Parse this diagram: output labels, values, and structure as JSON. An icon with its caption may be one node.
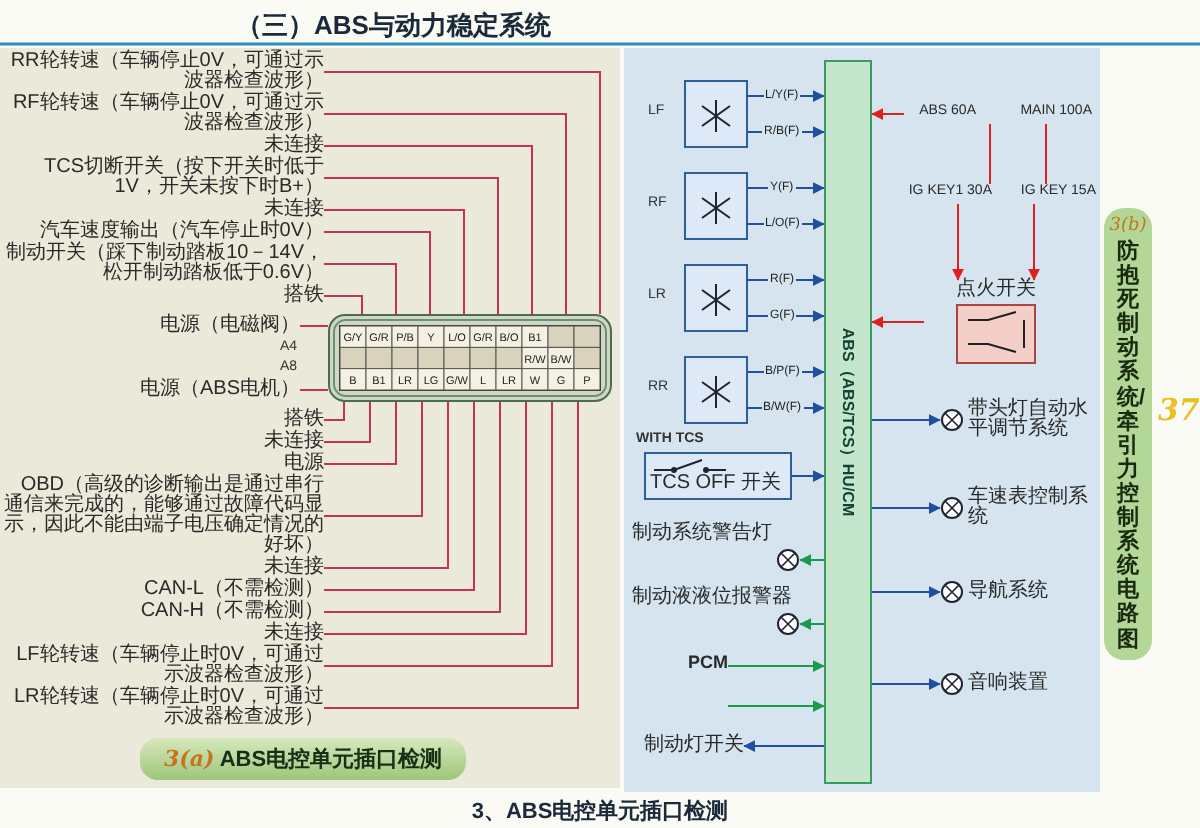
{
  "diagram": {
    "title": "（三）ABS与动力稳定系统",
    "caption": "3、ABS电控单元插口检测",
    "nodes": [
      {
        "text": [],
        "shape": "box"
      },
      {
        "text": [
          "RR轮转速（车辆停止0V，可通过示波器检查波形）"
        ]
      },
      {
        "text": [
          "RF轮转速（车辆停止0V，可通过示波器检查波形）"
        ]
      },
      {
        "text": [
          "未连接"
        ]
      },
      {
        "text": [
          "TCS切断开关（按下开关时低于1V，开关未按下时B+）"
        ]
      },
      {
        "text": [
          "未连接"
        ]
      },
      {
        "text": [
          "汽车速度输出（汽车停止时0V）"
        ]
      },
      {
        "text": [
          "制动开关（踩下制动踏板10－14V，松开制动踏板低于0.6V）"
        ]
      },
      {
        "text": [
          "搭铁"
        ]
      },
      {
        "text": [
          "电源（电磁阀）"
        ]
      },
      {
        "text": [
          "电源（ABS电机）"
        ]
      },
      {
        "text": [
          "搭铁"
        ]
      },
      {
        "text": [
          "未连接"
        ]
      },
      {
        "text": [
          "电源"
        ]
      },
      {
        "text": [
          "OBD（高级的诊断输出是通过串行通信来完成的，能够通过故障代码显示，因此不能由端子电压确定情况的好坏）"
        ]
      },
      {
        "text": [
          "未连接"
        ]
      },
      {
        "text": [
          "CAN-L（不需检测）"
        ]
      },
      {
        "text": [
          "CAN-H（不需检测）"
        ]
      },
      {
        "text": [
          "未连接"
        ]
      },
      {
        "text": [
          "LF轮转速（车辆停止时0V，可通过示波器检查波形）"
        ]
      },
      {
        "text": [
          "LR轮转速（车辆停止时0V，可通过示波器检查波形）"
        ]
      },
      {
        "text": [
          "*3(a)* ABS电控单元插口检测"
        ]
      },
      {
        "text": [
          "ABS（ABS/TCS）HU/CM"
        ]
      },
      {
        "text": [],
        "shape": "box"
      },
      {
        "text": [],
        "shape": "box"
      },
      {
        "text": [],
        "shape": "box"
      },
      {
        "text": [],
        "shape": "box"
      },
      {
        "text": [
          "TCS OFF 开关"
        ]
      },
      {
        "text": [
          "制动系统警告灯"
        ]
      },
      {
        "text": [
          "制动液液位报警器"
        ]
      },
      {
        "text": [
          "PCM"
        ]
      },
      {
        "text": [
          "制动灯开关"
        ]
      },
      {
        "text": [
          "点火开关"
        ]
      },
      {
        "text": [
          "ABS 60A"
        ]
      },
      {
        "text": [
          "MAIN 100A"
        ]
      },
      {
        "text": [
          "IG KEY1 30A"
        ]
      },
      {
        "text": [
          "IG KEY 15A"
        ]
      },
      {
        "text": [
          "带头灯自动水平调节系统"
        ]
      },
      {
        "text": [
          "车速表控制系统"
        ]
      },
      {
        "text": [
          "导航系统"
        ]
      },
      {
        "text": [
          "音响装置"
        ]
      },
      {
        "text": [
          "3(b)",
          "防抱死制动系统/牵引力控制系统电路图"
        ]
      }
    ],
    "edges": [
      {
        "from": 1,
        "to": 0,
        "arrow": "none"
      },
      {
        "from": 2,
        "to": 0,
        "arrow": "none"
      },
      {
        "from": 3,
        "to": 0,
        "arrow": "none"
      },
      {
        "from": 4,
        "to": 0,
        "arrow": "none"
      },
      {
        "from": 5,
        "to": 0,
        "arrow": "none"
      },
      {
        "from": 6,
        "to": 0,
        "arrow": "none"
      },
      {
        "from": 7,
        "to": 0,
        "arrow": "none"
      },
      {
        "from": 8,
        "to": 0,
        "arrow": "none"
      },
      {
        "from": 9,
        "to": 0,
        "arrow": "none"
      },
      {
        "from": 10,
        "to": 0,
        "arrow": "none"
      },
      {
        "from": 11,
        "to": 0,
        "arrow": "none"
      },
      {
        "from": 12,
        "to": 0,
        "arrow": "none"
      },
      {
        "from": 13,
        "to": 0,
        "arrow": "none"
      },
      {
        "from": 14,
        "to": 0,
        "arrow": "none"
      },
      {
        "from": 15,
        "to": 0,
        "arrow": "none"
      },
      {
        "from": 16,
        "to": 0,
        "arrow": "none"
      },
      {
        "from": 17,
        "to": 0,
        "arrow": "none"
      },
      {
        "from": 18,
        "to": 0,
        "arrow": "none"
      },
      {
        "from": 19,
        "to": 0,
        "arrow": "none"
      },
      {
        "from": 20,
        "to": 0,
        "arrow": "none"
      },
      {
        "from": 23,
        "to": 22,
        "arrow": "to",
        "label": "L/Y(F)",
        "color": "#1e4fa0"
      },
      {
        "from": 23,
        "to": 22,
        "arrow": "to",
        "label": "R/B(F)",
        "color": "#1e4fa0"
      },
      {
        "from": 24,
        "to": 22,
        "arrow": "to",
        "label": "Y(F)",
        "color": "#1e4fa0"
      },
      {
        "from": 24,
        "to": 22,
        "arrow": "to",
        "label": "L/O(F)",
        "color": "#1e4fa0"
      },
      {
        "from": 25,
        "to": 22,
        "arrow": "to",
        "label": "R(F)",
        "color": "#1e4fa0"
      },
      {
        "from": 25,
        "to": 22,
        "arrow": "to",
        "label": "G(F)",
        "color": "#1e4fa0"
      },
      {
        "from": 26,
        "to": 22,
        "arrow": "to",
        "label": "B/P(F)",
        "color": "#1e4fa0"
      },
      {
        "from": 26,
        "to": 22,
        "arrow": "to",
        "label": "B/W(F)",
        "color": "#1e4fa0"
      },
      {
        "from": 27,
        "to": 22,
        "arrow": "to",
        "color": "#1e4fa0"
      },
      {
        "from": 22,
        "to": 28,
        "arrow": "to",
        "color": "#1a9a4a"
      },
      {
        "from": 22,
        "to": 29,
        "arrow": "to",
        "color": "#1a9a4a"
      },
      {
        "from": 30,
        "to": 22,
        "arrow": "to",
        "color": "#1a9a4a"
      },
      {
        "from": 30,
        "to": 22,
        "arrow": "to",
        "color": "#1a9a4a"
      },
      {
        "from": 22,
        "to": 31,
        "arrow": "to",
        "color": "#1e4fa0"
      },
      {
        "from": 33,
        "to": 22,
        "arrow": "to",
        "color": "#e02020"
      },
      {
        "from": 34,
        "to": 35,
        "arrow": "none",
        "color": "#e02020"
      },
      {
        "from": 34,
        "to": 36,
        "arrow": "none",
        "color": "#e02020"
      },
      {
        "from": 35,
        "to": 32,
        "arrow": "to",
        "color": "#e02020"
      },
      {
        "from": 36,
        "to": 32,
        "arrow": "to",
        "color": "#e02020"
      },
      {
        "from": 32,
        "to": 22,
        "arrow": "to",
        "color": "#e02020"
      },
      {
        "from": 22,
        "to": 37,
        "arrow": "to",
        "color": "#1e4fa0"
      },
      {
        "from": 22,
        "to": 38,
        "arrow": "to",
        "color": "#1e4fa0"
      },
      {
        "from": 22,
        "to": 39,
        "arrow": "to",
        "color": "#1e4fa0"
      },
      {
        "from": 22,
        "to": 40,
        "arrow": "to",
        "color": "#1e4fa0"
      }
    ],
    "labels": [
      "A4",
      "A8",
      "G/Y",
      "G/R",
      "P/B",
      "Y",
      "L/O",
      "G/R",
      "B/O",
      "B1",
      "R/W",
      "B/W",
      "B",
      "B1",
      "LR",
      "LG",
      "G/W",
      "L",
      "LR",
      "W",
      "G",
      "P",
      "LF",
      "RF",
      "LR",
      "RR",
      "WITH TCS",
      "37"
    ]
  }
}
